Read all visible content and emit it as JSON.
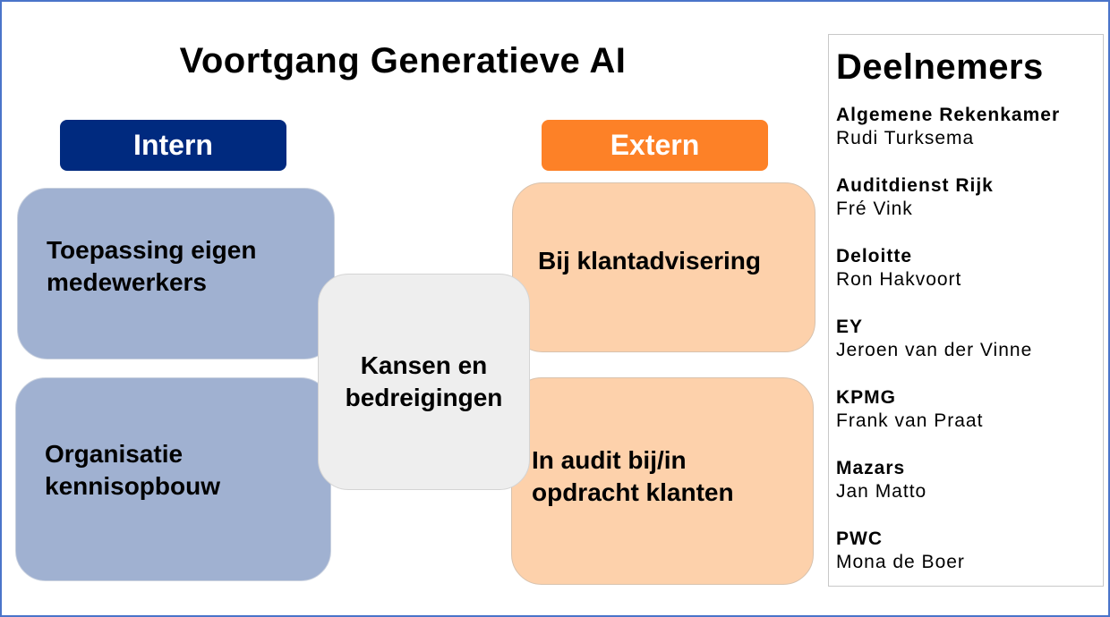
{
  "title": "Voortgang Generatieve AI",
  "intern": {
    "label": "Intern",
    "color": "#002a7f",
    "items": [
      "Toepassing eigen medewerkers",
      "Organisatie kennisopbouw"
    ]
  },
  "extern": {
    "label": "Extern",
    "color": "#fd8127",
    "items": [
      "Bij klantadvisering",
      "In audit bij/in opdracht klanten"
    ]
  },
  "center": "Kansen en bedreigingen",
  "participants": {
    "heading": "Deelnemers",
    "entries": [
      {
        "org": "Algemene Rekenkamer",
        "name": "Rudi Turksema"
      },
      {
        "org": "Auditdienst Rijk",
        "name": "Fré Vink"
      },
      {
        "org": "Deloitte",
        "name": "Ron Hakvoort"
      },
      {
        "org": "EY",
        "name": "Jeroen van der Vinne"
      },
      {
        "org": "KPMG",
        "name": "Frank van Praat"
      },
      {
        "org": "Mazars",
        "name": "Jan Matto"
      },
      {
        "org": "PWC",
        "name": "Mona de Boer"
      }
    ]
  }
}
